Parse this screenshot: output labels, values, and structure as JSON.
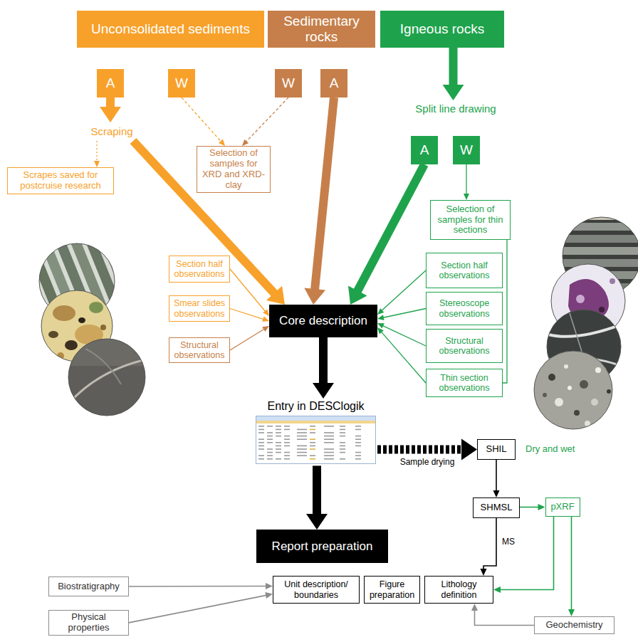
{
  "diagram": {
    "nodes": [
      {
        "text": [
          "Unconsolidated sediments"
        ]
      },
      {
        "text": [
          "Sedimentary rocks"
        ]
      },
      {
        "text": [
          "Igneous rocks"
        ]
      },
      {
        "text": [
          "A"
        ]
      },
      {
        "text": [
          "W"
        ]
      },
      {
        "text": [
          "W"
        ]
      },
      {
        "text": [
          "A"
        ]
      },
      {
        "text": [
          "Split line drawing"
        ]
      },
      {
        "text": [
          "Scraping"
        ]
      },
      {
        "text": [
          "A"
        ]
      },
      {
        "text": [
          "W"
        ]
      },
      {
        "text": [
          "Selection of samples for XRD and XRD-clay"
        ]
      },
      {
        "text": [
          "Scrapes saved for postcruise research"
        ]
      },
      {
        "text": [
          "Selection of samples for thin sections"
        ]
      },
      {
        "text": [
          "Section half observations"
        ]
      },
      {
        "text": [
          "Section half observations"
        ]
      },
      {
        "text": [
          "Stereoscope observations"
        ]
      },
      {
        "text": [
          "Smear slides observations"
        ]
      },
      {
        "text": [
          "Core description"
        ]
      },
      {
        "text": [
          "Structural observations"
        ]
      },
      {
        "text": [
          "Structural observations"
        ]
      },
      {
        "text": [
          "Thin section observations"
        ]
      },
      {
        "text": [
          "Entry in DESClogik"
        ]
      },
      {
        "text": [
          "SHIL"
        ]
      },
      {
        "text": [
          "SHMSL"
        ]
      },
      {
        "text": [
          "pXRF"
        ]
      },
      {
        "text": [
          "Report preparation"
        ]
      },
      {
        "text": [
          "Biostratigraphy"
        ]
      },
      {
        "text": [
          "Unit description/ boundaries"
        ]
      },
      {
        "text": [
          "Figure preparation"
        ]
      },
      {
        "text": [
          "Lithology definition"
        ]
      },
      {
        "text": [
          "Physical properties"
        ]
      },
      {
        "text": [
          "Geochemistry"
        ]
      }
    ],
    "edges": [
      {
        "from": 2,
        "to": 7,
        "arrow": "to"
      },
      {
        "from": 3,
        "to": 8,
        "arrow": "to"
      },
      {
        "from": 8,
        "to": 18,
        "arrow": "to"
      },
      {
        "from": 8,
        "to": 12,
        "arrow": "to"
      },
      {
        "from": 4,
        "to": 11,
        "arrow": "to"
      },
      {
        "from": 5,
        "to": 11,
        "arrow": "to"
      },
      {
        "from": 6,
        "to": 18,
        "arrow": "to"
      },
      {
        "from": 9,
        "to": 18,
        "arrow": "to"
      },
      {
        "from": 10,
        "to": 13,
        "arrow": "to"
      },
      {
        "from": 14,
        "to": 18,
        "arrow": "to"
      },
      {
        "from": 17,
        "to": 18,
        "arrow": "to"
      },
      {
        "from": 20,
        "to": 18,
        "arrow": "to"
      },
      {
        "from": 15,
        "to": 18,
        "arrow": "to"
      },
      {
        "from": 16,
        "to": 18,
        "arrow": "to"
      },
      {
        "from": 19,
        "to": 18,
        "arrow": "to"
      },
      {
        "from": 21,
        "to": 18,
        "arrow": "to"
      },
      {
        "from": 13,
        "to": 21,
        "arrow": "none"
      },
      {
        "from": 18,
        "to": 22,
        "arrow": "to"
      },
      {
        "from": 22,
        "to": 23,
        "label": "Sample drying",
        "arrow": "to"
      },
      {
        "from": 23,
        "to": 24,
        "arrow": "to"
      },
      {
        "from": 24,
        "to": 25,
        "arrow": "to"
      },
      {
        "from": 22,
        "to": 26,
        "arrow": "to"
      },
      {
        "from": 24,
        "to": 30,
        "label": "MS",
        "arrow": "to"
      },
      {
        "from": 25,
        "to": 30,
        "arrow": "to"
      },
      {
        "from": 25,
        "to": 32,
        "arrow": "to"
      },
      {
        "from": 32,
        "to": 30,
        "arrow": "to"
      },
      {
        "from": 27,
        "to": 28,
        "arrow": "to"
      },
      {
        "from": 31,
        "to": 28,
        "arrow": "to"
      }
    ],
    "labels": [
      "Dry and wet"
    ]
  }
}
